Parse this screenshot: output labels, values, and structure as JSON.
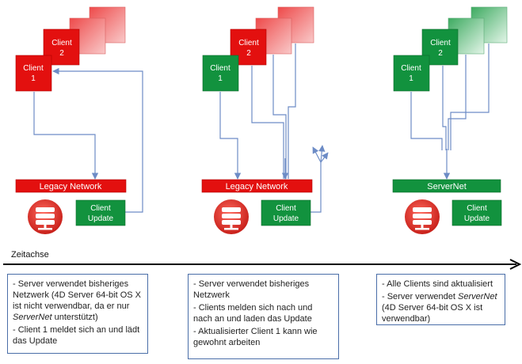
{
  "colors": {
    "red": "#e3100f",
    "red_light": "#f7a2a2",
    "green": "#12923e",
    "green_light": "#b7e5c2",
    "connector": "#6d8cc6",
    "timeline": "#000000",
    "server_icon": "#e33a2e"
  },
  "panels": [
    {
      "clients": [
        {
          "line1": "Client",
          "line2": "1"
        },
        {
          "line1": "Client",
          "line2": "2"
        }
      ],
      "network_label": "Legacy Network",
      "update_label": [
        "Client",
        "Update"
      ]
    },
    {
      "clients": [
        {
          "line1": "Client",
          "line2": "1"
        },
        {
          "line1": "Client",
          "line2": "2"
        }
      ],
      "network_label": "Legacy Network",
      "update_label": [
        "Client",
        "Update"
      ]
    },
    {
      "clients": [
        {
          "line1": "Client",
          "line2": "1"
        },
        {
          "line1": "Client",
          "line2": "2"
        }
      ],
      "network_label": "ServerNet",
      "update_label": [
        "Client",
        "Update"
      ]
    }
  ],
  "timeline_label": "Zeitachse",
  "notes": [
    [
      "- Server verwendet bisheriges Netzwerk (4D Server 64-bit OS X ist nicht verwendbar, da er nur ServerNet unterstützt)",
      "- Client 1 meldet sich an und lädt das Update"
    ],
    [
      "- Server verwendet bisheriges Netzwerk",
      "- Clients melden sich nach und nach an und laden das Update",
      "- Aktualisierter Client 1 kann wie gewohnt arbeiten"
    ],
    [
      "- Alle Clients sind aktualisiert",
      "- Server verwendet ServerNet (4D Server 64-bit OS X ist verwendbar)"
    ]
  ]
}
